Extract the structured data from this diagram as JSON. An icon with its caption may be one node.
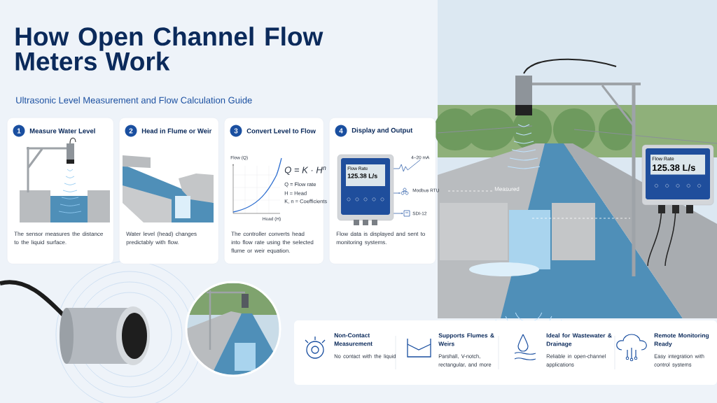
{
  "diagram": {
    "title": "How Open Channel Flow Meters Work",
    "nodes": [
      {
        "text": [
          "Measure Water Level",
          "The sensor measures the distance to the liquid surface."
        ]
      },
      {
        "text": [
          "1"
        ],
        "in": 0
      },
      {
        "text": [
          "Head in Flume or Weir",
          "Water level (head) changes predictably with flow."
        ]
      },
      {
        "text": [
          "2"
        ],
        "in": 2
      },
      {
        "text": [
          "Convert Level to Flow",
          "The controller converts head into flow rate using the selected flume or weir equation."
        ]
      },
      {
        "text": [
          "3"
        ],
        "in": 4
      },
      {
        "text": [
          "Display and Output",
          "Flow data is displayed and sent to monitoring systems."
        ]
      },
      {
        "text": [
          "4"
        ],
        "in": 6
      },
      {
        "text": [
          "Flow Rate",
          "125.38 L/s"
        ],
        "in": 6
      },
      {
        "text": [
          "4–20 mA"
        ],
        "in": 6
      },
      {
        "text": [
          "Modbus RTU"
        ],
        "in": 6
      },
      {
        "text": [
          "SDI-12"
        ],
        "in": 6
      },
      {
        "text": [
          "Flow Rate",
          "125.38 L/s"
        ]
      }
    ],
    "edges": [
      {
        "from": 8,
        "to": 9,
        "arrow": "none"
      },
      {
        "from": 8,
        "to": 10,
        "arrow": "to"
      },
      {
        "from": 8,
        "to": 11,
        "arrow": "to"
      }
    ],
    "labels": [
      "Ultrasonic Level Measurement and Flow Calculation Guide",
      "Flow (Q)",
      "Q = K · H$^{n}$",
      "Q = Flow rate",
      "H = Head",
      "K, n = Coefficients",
      "Head (H)",
      "Measured",
      "Non-Contact Measurement",
      "No contact with the liquid",
      "Supports Flumes & Weirs",
      "Parshall, V-notch, rectangular, and more",
      "Ideal for Wastewater & Drainage",
      "Reliable in open-channel applications",
      "Remote Monitoring Ready",
      "Easy integration with control systems"
    ]
  }
}
